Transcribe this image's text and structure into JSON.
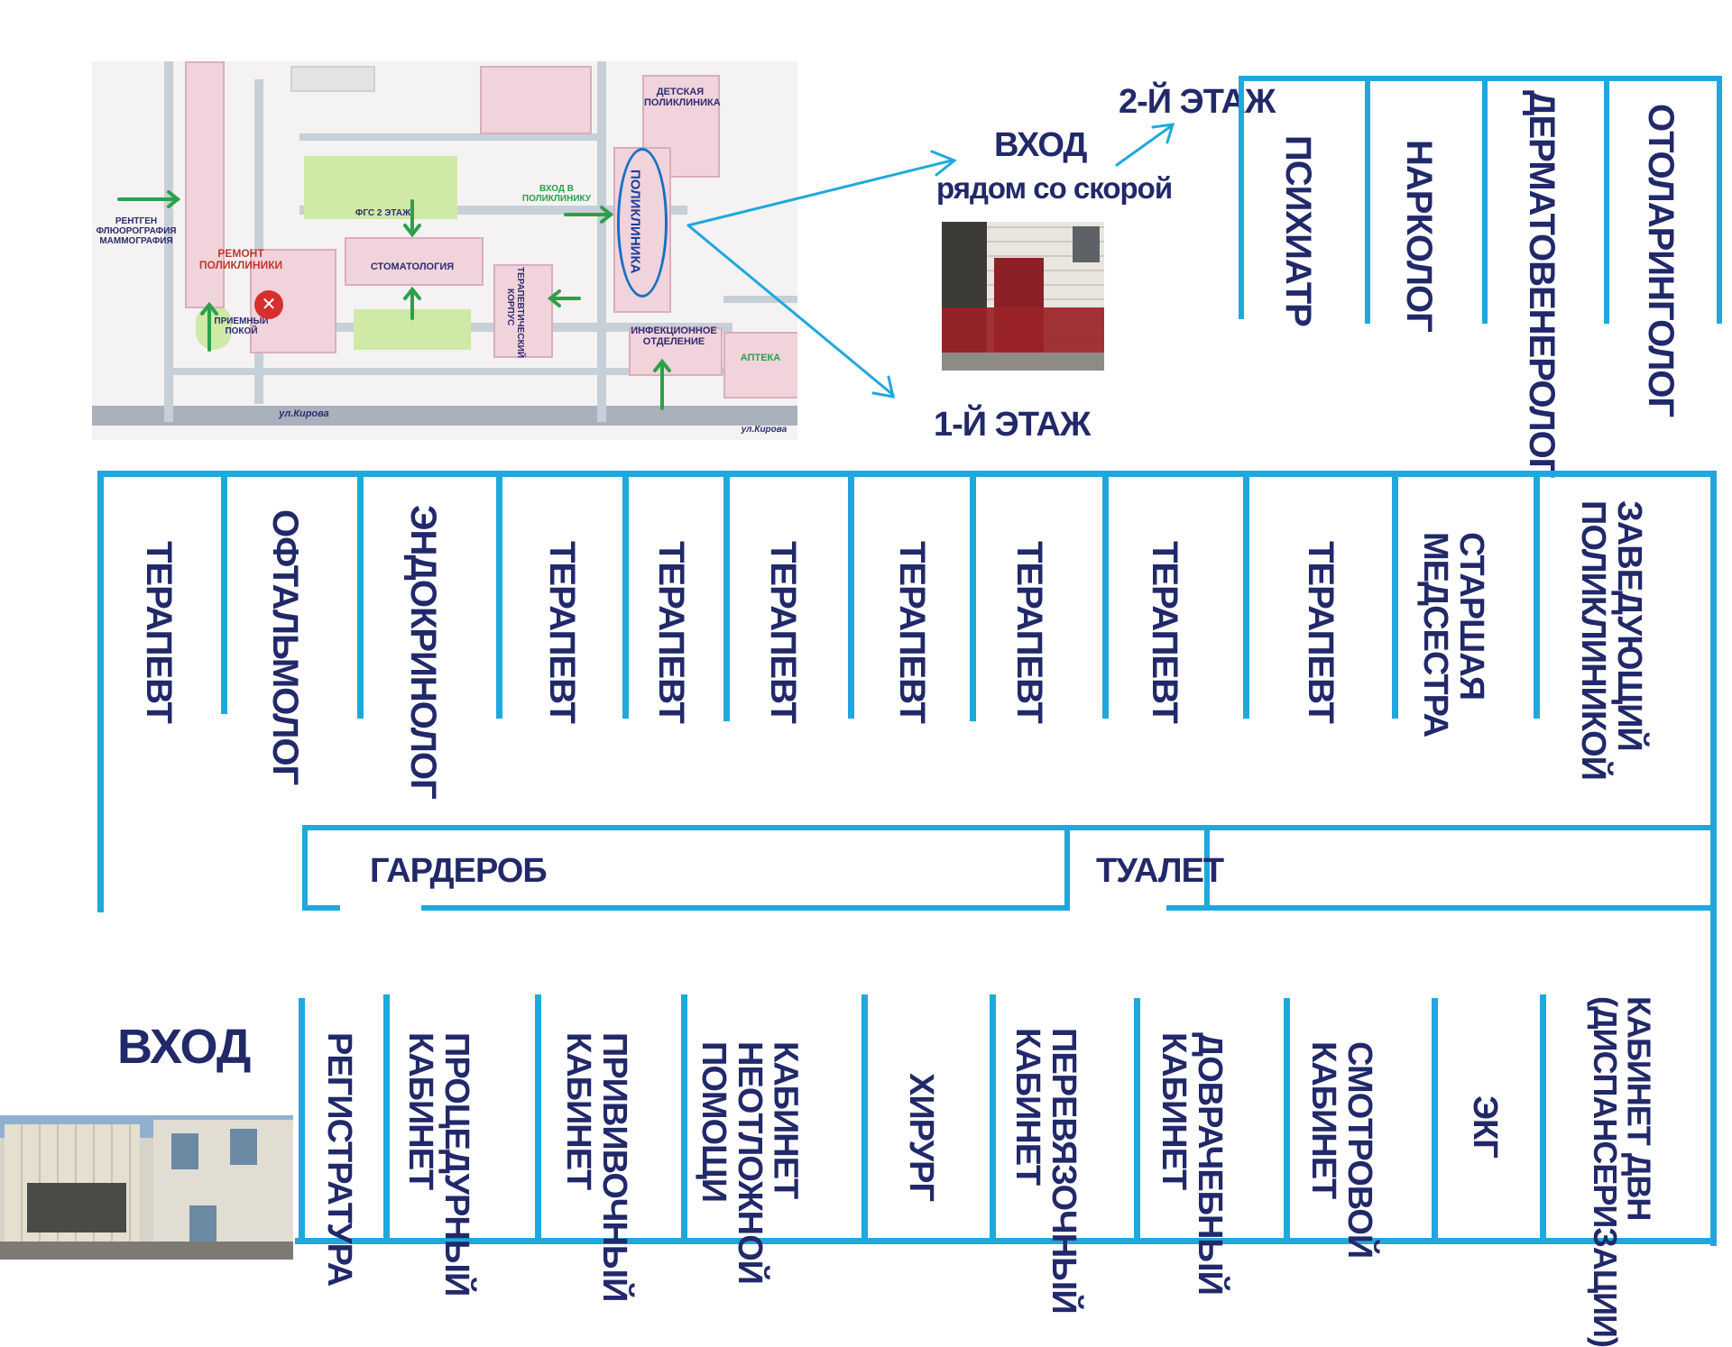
{
  "map": {
    "street_left": "ул.Кирова",
    "street_right": "ул.Кирова",
    "labels": {
      "children_clinic": "ДЕТСКАЯ\nПОЛИКЛИНИКА",
      "xray": "РЕНТГЕН\nФЛЮОРОГРАФИЯ\nМАММОГРАФИЯ",
      "repair": "РЕМОНТ\nПОЛИКЛИНИКИ",
      "fgs": "ФГС 2 ЭТАЖ",
      "dentistry": "СТОМАТОЛОГИЯ",
      "entry_clinic": "ВХОД В\nПОЛИКЛИНИКУ",
      "therapy_building": "ТЕРАПЕВТИЧЕСКИЙ\nКОРПУС",
      "clinic": "ПОЛИКЛИНИКА",
      "admission": "ПРИЕМНЫЙ\nПОКОЙ",
      "infection": "ИНФЕКЦИОННОЕ\nОТДЕЛЕНИЕ",
      "pharmacy": "АПТЕКА"
    }
  },
  "entrance_side": {
    "title": "ВХОД",
    "subtitle": "рядом со скорой"
  },
  "floor2": {
    "label": "2-Й ЭТАЖ",
    "rooms": [
      "ПСИХИАТР",
      "НАРКОЛОГ",
      "ДЕРМАТОВЕНЕРОЛОГ",
      "ОТОЛАРИНГОЛОГ"
    ]
  },
  "floor1": {
    "label": "1-Й ЭТАЖ",
    "top_rooms": [
      "ТЕРАПЕВТ",
      "ОФТАЛЬМОЛОГ",
      "ЭНДОКРИНОЛОГ",
      "ТЕРАПЕВТ",
      "ТЕРАПЕВТ",
      "ТЕРАПЕВТ",
      "ТЕРАПЕВТ",
      "ТЕРАПЕВТ",
      "ТЕРАПЕВТ",
      "ТЕРАПЕВТ",
      "СТАРШАЯ\nМЕДСЕСТРА",
      "ЗАВЕДУЮЩИЙ\nПОЛИКЛИНИКОЙ"
    ],
    "wardrobe": "ГАРДЕРОБ",
    "toilet": "ТУАЛЕТ",
    "bottom_rooms": [
      "РЕГИСТРАТУРА",
      "ПРОЦЕДУРНЫЙ\nКАБИНЕТ",
      "ПРИВИВОЧНЫЙ\nКАБИНЕТ",
      "КАБИНЕТ\nНЕОТЛОЖНОЙ\nПОМОЩИ",
      "ХИРУРГ",
      "ПЕРЕВЯЗОЧНЫЙ\nКАБИНЕТ",
      "ДОВРАЧЕБНЫЙ\nКАБИНЕТ",
      "СМОТРОВОЙ\nКАБИНЕТ",
      "ЭКГ",
      "КАБИНЕТ ДВН\n(ДИСПАНСЕРИЗАЦИИ)"
    ]
  },
  "main_entrance": {
    "title": "ВХОД"
  },
  "colors": {
    "wall": "#1fa8dd",
    "text": "#21296a",
    "building": "#f1d3dc",
    "arrow": "#2ca04a"
  }
}
